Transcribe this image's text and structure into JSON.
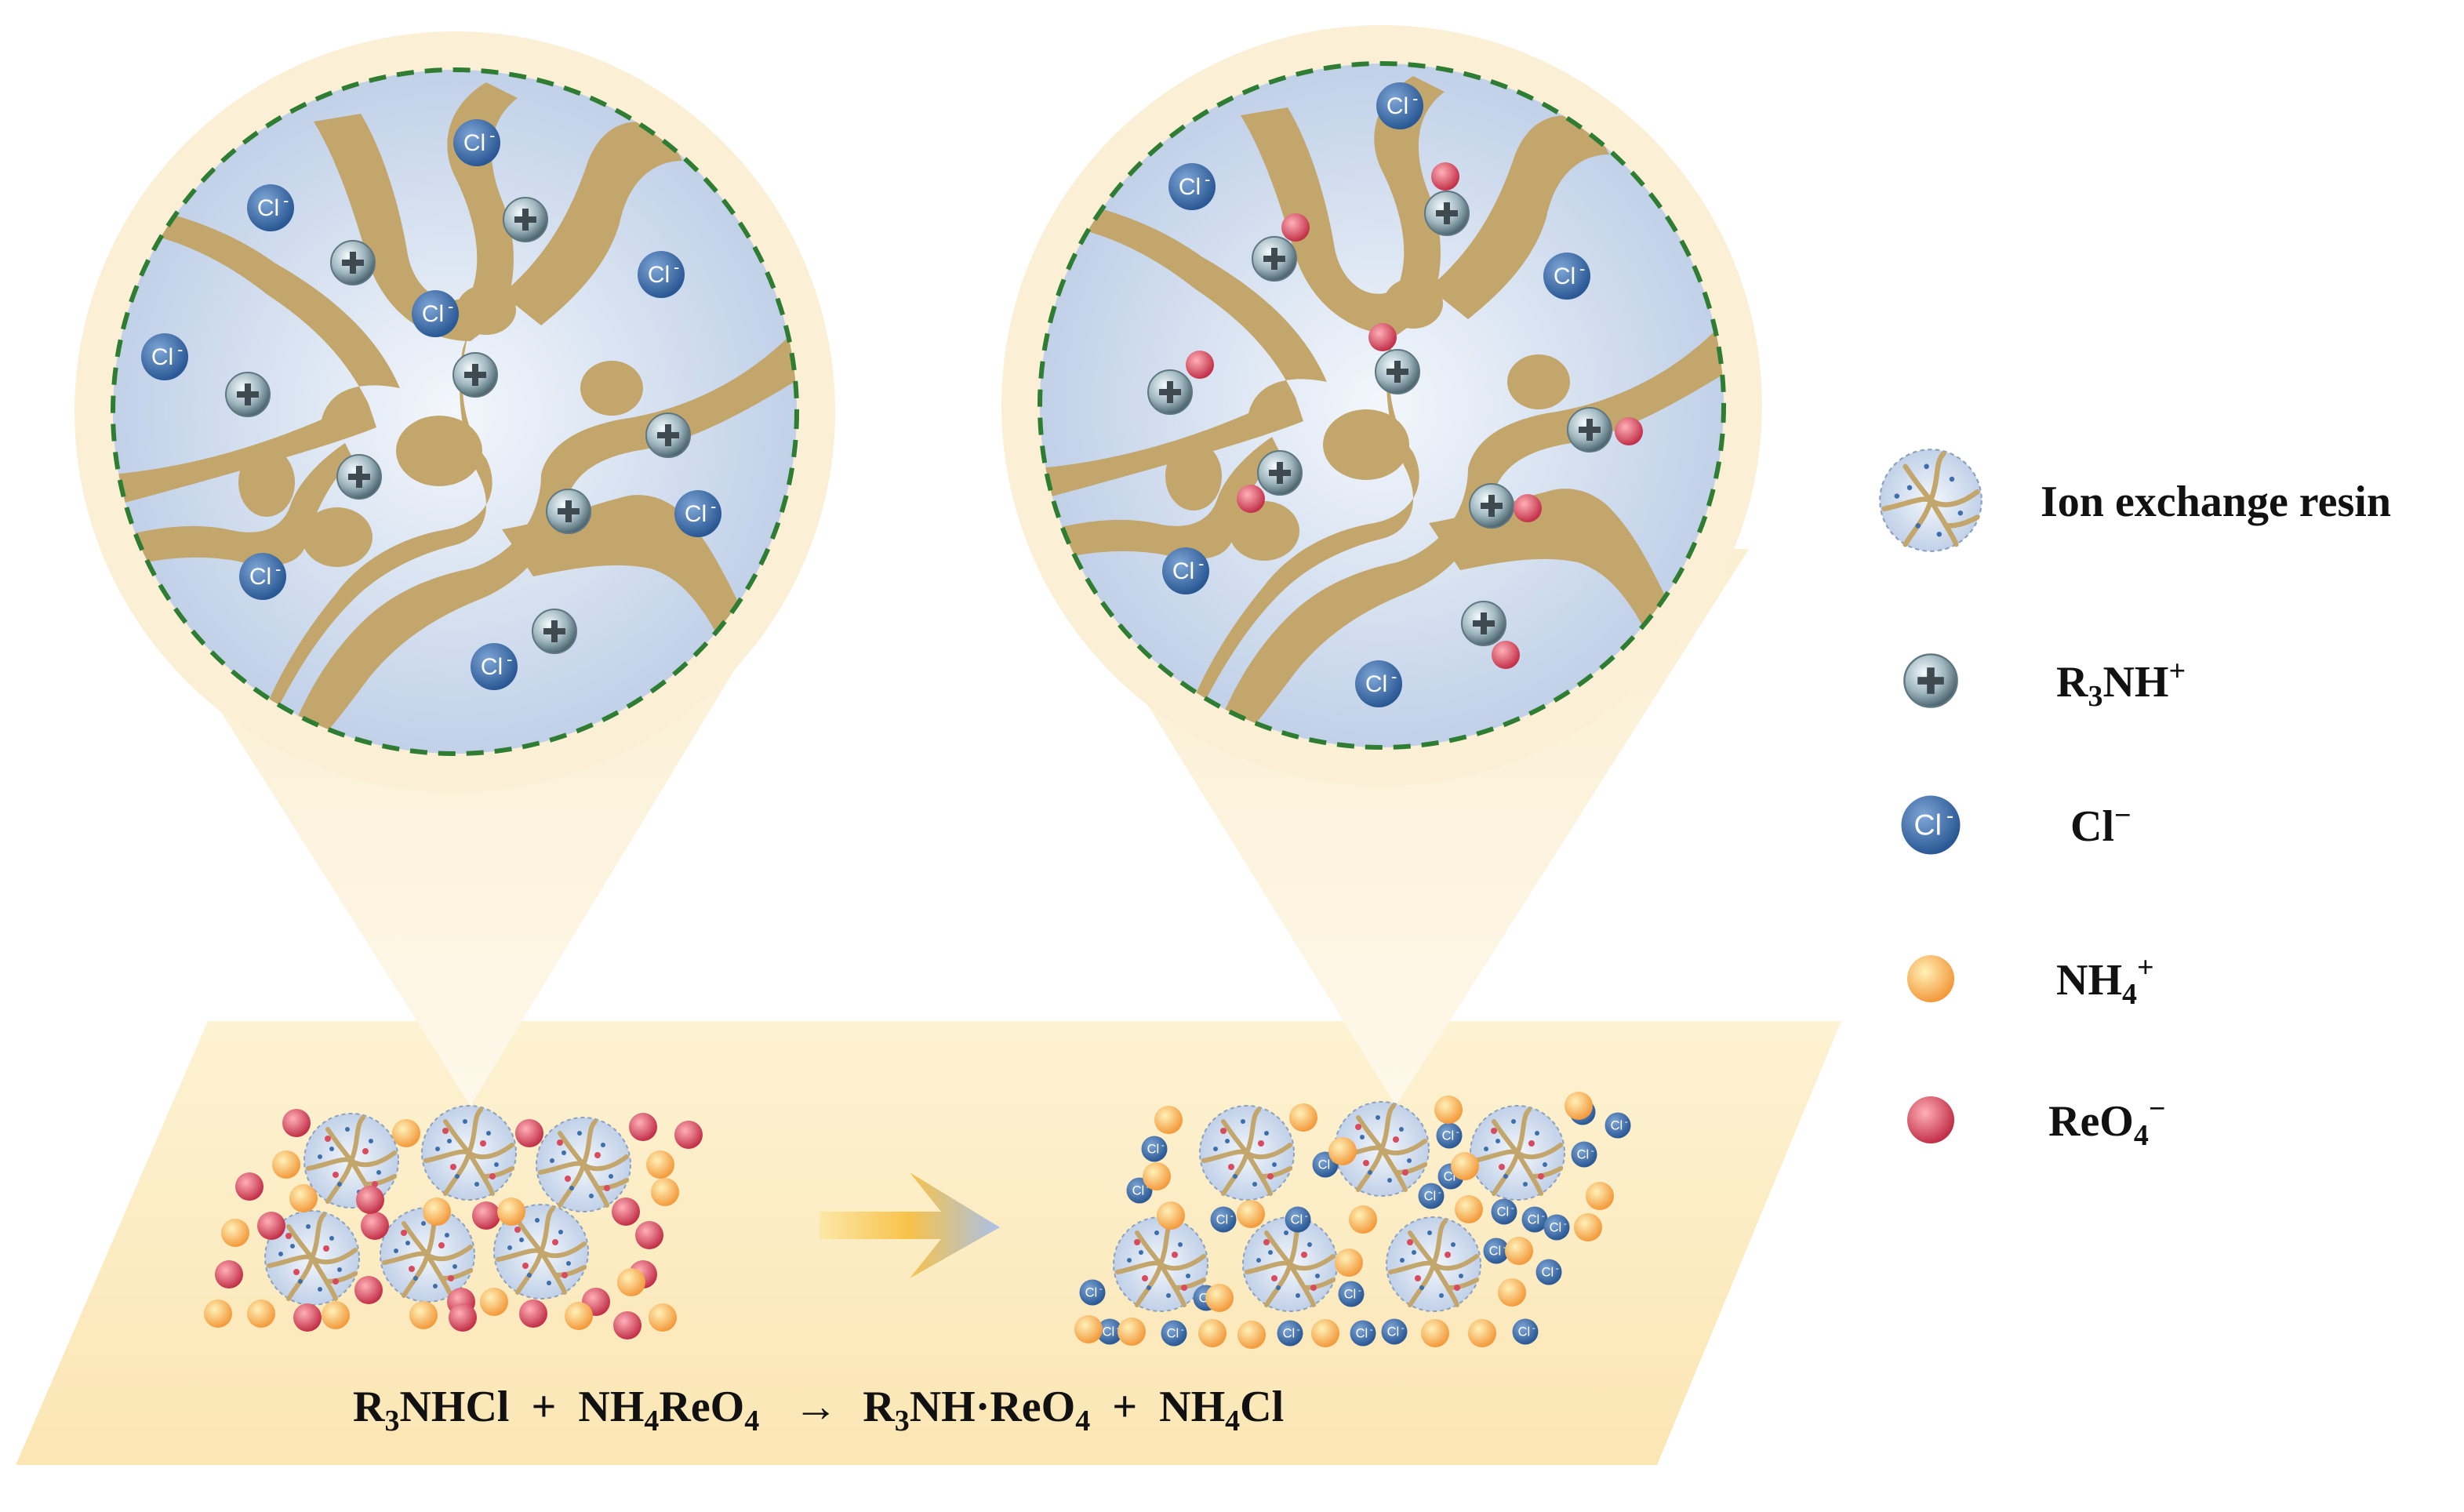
{
  "legend": {
    "resin_label": "Ion exchange resin",
    "cation_label": {
      "main": "R",
      "sub": "3",
      "tail": "NH",
      "sup": "+"
    },
    "chloride_label": {
      "main": "Cl",
      "sup": "−"
    },
    "ammonium_label": {
      "main": "NH",
      "sub": "4",
      "sup": "+"
    },
    "perrhenate_label": {
      "main": "ReO",
      "sub": "4",
      "sup": "−"
    }
  },
  "ion_symbol": {
    "chloride": "Cl",
    "chloride_charge": "-"
  },
  "equation": {
    "lhs1_a": "R",
    "lhs1_sub": "3",
    "lhs1_b": "NHCl",
    "plus1": "+",
    "lhs2_a": "NH",
    "lhs2_sub": "4",
    "lhs2_b": "ReO",
    "lhs2_sub2": "4",
    "arrow": "→",
    "rhs1_a": "R",
    "rhs1_sub": "3",
    "rhs1_b": "NH·ReO",
    "rhs1_sub2": "4",
    "plus2": "+",
    "rhs2_a": "NH",
    "rhs2_sub": "4",
    "rhs2_b": "Cl"
  },
  "colors": {
    "resin_fill": "#c9d7ec",
    "polymer": "#c2a66b",
    "chloride": "#3d6faa",
    "cation": "#8ea4ad",
    "ammonium": "#f8b24f",
    "perrhenate": "#d84b5e",
    "halo": "#fbf0d6",
    "platform": "#fcedc4",
    "dashed_border": "#2e7d32"
  }
}
